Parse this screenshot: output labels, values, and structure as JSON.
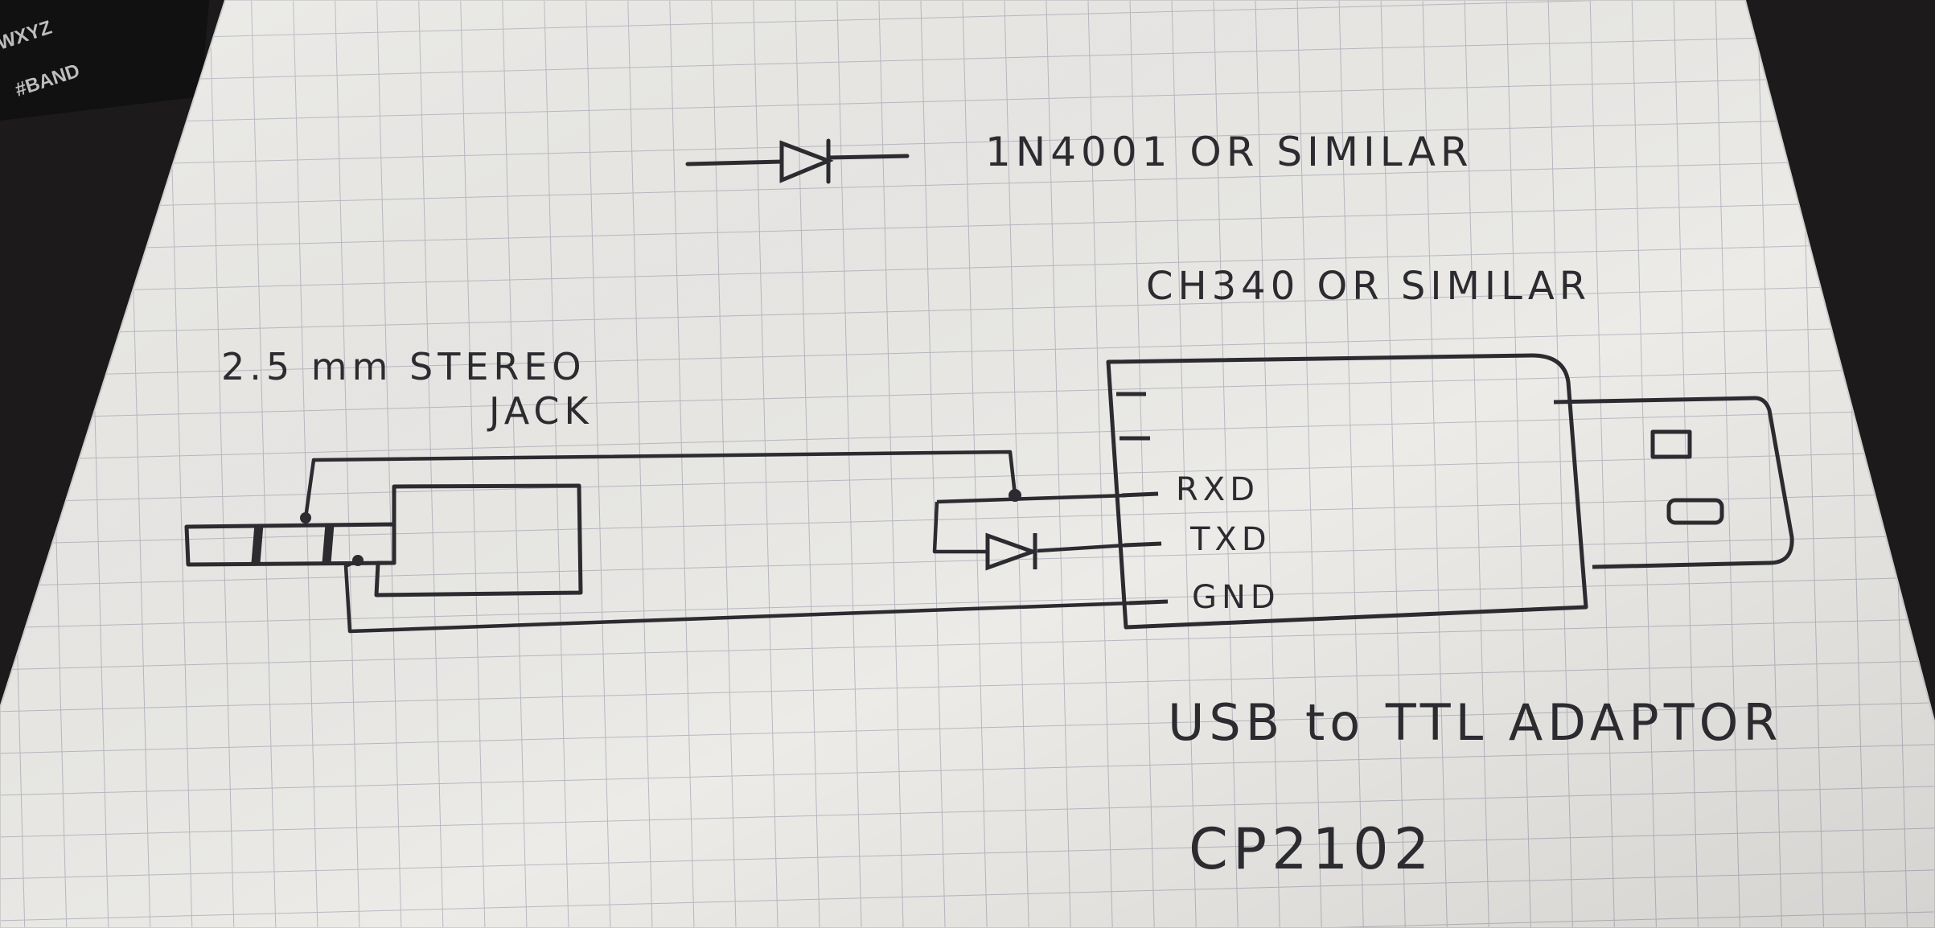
{
  "diode_label": "1N4001 OR SIMILAR",
  "chip_label": "CH340 OR SIMILAR",
  "jack_label_line1": "2.5 mm STEREO",
  "jack_label_line2": "JACK",
  "pins": {
    "p1": "—",
    "p2": "—",
    "rxd": "RXD",
    "txd": "TXD",
    "gnd": "GND"
  },
  "adapter_label": "USB to TTL ADAPTOR",
  "cp_label": "CP2102",
  "corner_text_1": "WXYZ",
  "corner_text_2": "#BAND",
  "colors": {
    "paper": "#ecebe8",
    "grid": "#b9b9c2",
    "ink": "#2b2b30",
    "background": "#1c1a1a"
  }
}
